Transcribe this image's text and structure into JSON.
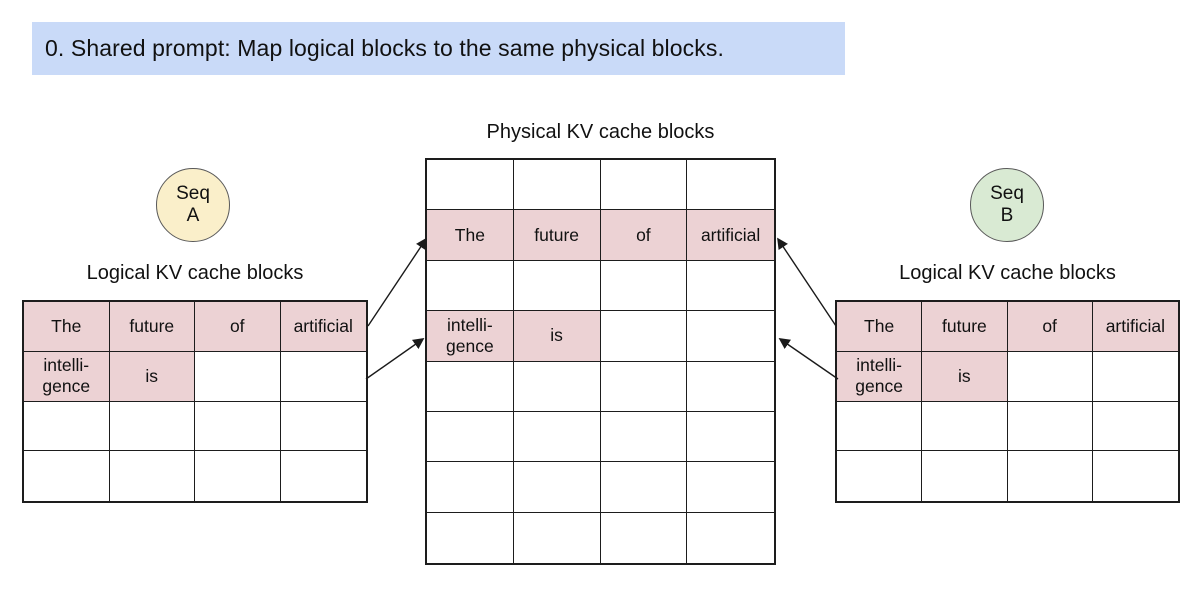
{
  "banner": {
    "text": "0. Shared prompt: Map logical blocks to the same physical blocks.",
    "bg": "#c9daf8"
  },
  "colors": {
    "highlight": "#ecd2d4",
    "seq_a_bg": "#faefca",
    "seq_b_bg": "#d9ead3",
    "line": "#1d1d1d"
  },
  "physical": {
    "title": "Physical KV cache blocks",
    "rows": [
      [
        "",
        "",
        "",
        ""
      ],
      [
        "The",
        "future",
        "of",
        "artificial"
      ],
      [
        "",
        "",
        "",
        ""
      ],
      [
        "intelli-\ngence",
        "is",
        "",
        ""
      ],
      [
        "",
        "",
        "",
        ""
      ],
      [
        "",
        "",
        "",
        ""
      ],
      [
        "",
        "",
        "",
        ""
      ],
      [
        "",
        "",
        "",
        ""
      ]
    ]
  },
  "seq_a": {
    "line1": "Seq",
    "line2": "A"
  },
  "seq_b": {
    "line1": "Seq",
    "line2": "B"
  },
  "left": {
    "title": "Logical KV cache blocks",
    "rows": [
      [
        "The",
        "future",
        "of",
        "artificial"
      ],
      [
        "intelli-\ngence",
        "is",
        "",
        ""
      ],
      [
        "",
        "",
        "",
        ""
      ],
      [
        "",
        "",
        "",
        ""
      ]
    ]
  },
  "right": {
    "title": "Logical KV cache blocks",
    "rows": [
      [
        "The",
        "future",
        "of",
        "artificial"
      ],
      [
        "intelli-\ngence",
        "is",
        "",
        ""
      ],
      [
        "",
        "",
        "",
        ""
      ],
      [
        "",
        "",
        "",
        ""
      ]
    ]
  }
}
